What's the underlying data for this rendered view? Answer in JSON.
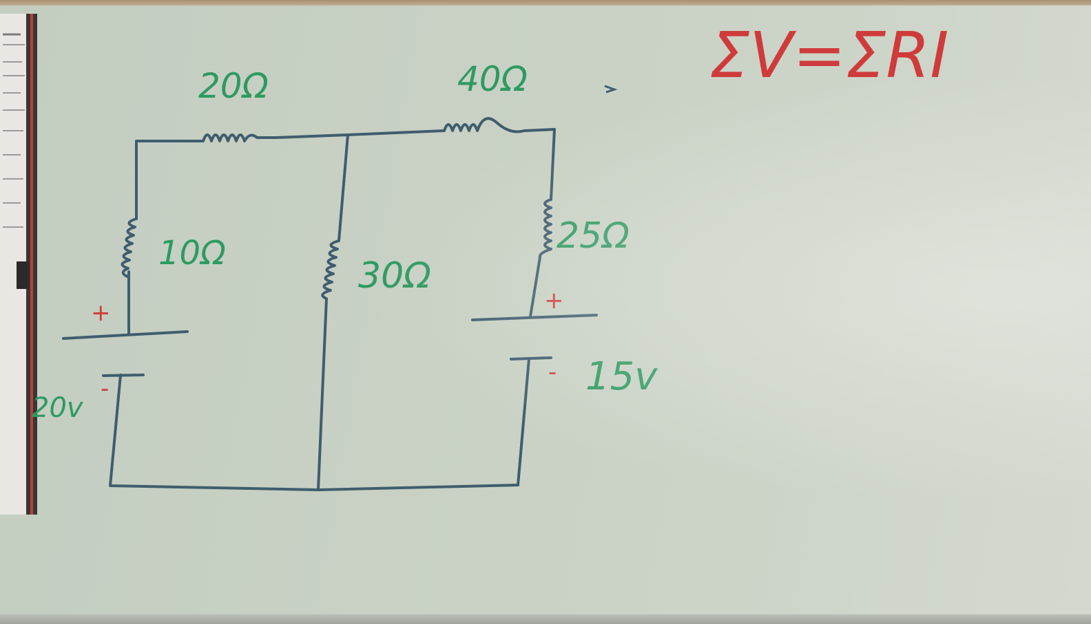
{
  "board": {
    "formula": "ΣV=ΣRI"
  },
  "circuit": {
    "resistors": [
      {
        "label": "20Ω"
      },
      {
        "label": "40Ω"
      },
      {
        "label": "10Ω"
      },
      {
        "label": "30Ω"
      },
      {
        "label": "25Ω"
      }
    ],
    "batteries": [
      {
        "label": "20v",
        "plus": "+",
        "minus": "-"
      },
      {
        "label": "15v",
        "plus": "+",
        "minus": "-"
      }
    ]
  },
  "colors": {
    "wire": "#3f5d6e",
    "green_marker": "#2e9a62",
    "red_marker": "#cf3b3b",
    "board": "#c8d1c4"
  },
  "icons": [
    "paper-sheet",
    "board-frame"
  ]
}
